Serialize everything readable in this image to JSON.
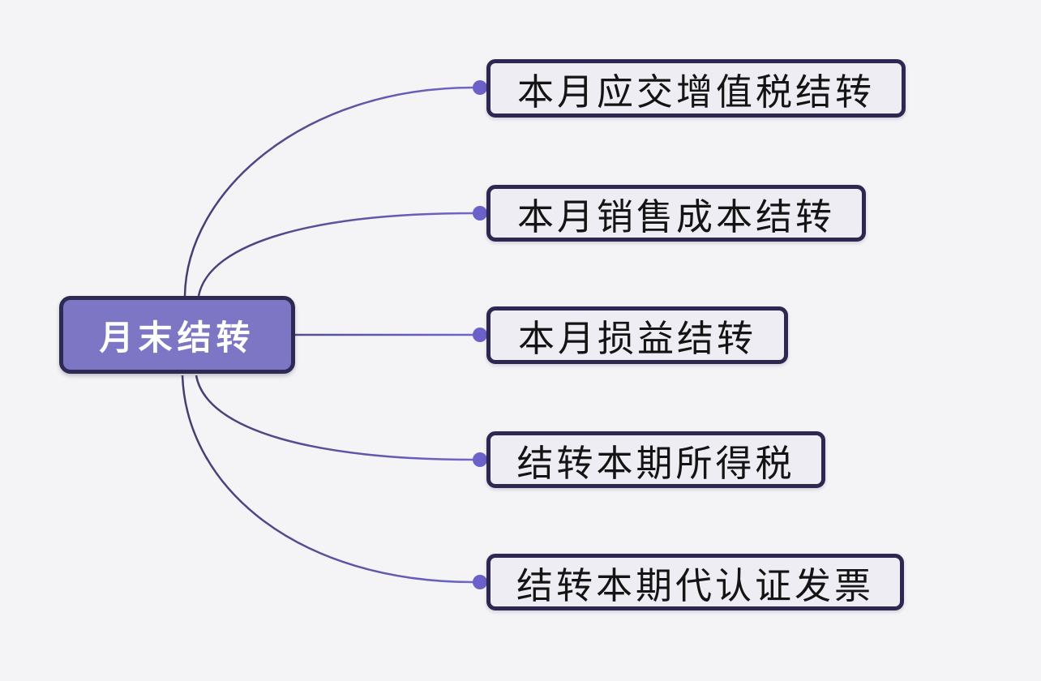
{
  "canvas": {
    "background_color": "#f4f4f6"
  },
  "mindmap": {
    "root": {
      "label": "月末结转",
      "fill_color": "#7d76c5",
      "border_color": "#2e2a52",
      "text_color": "#ffffff"
    },
    "children": [
      {
        "label": "本月应交增值税结转"
      },
      {
        "label": "本月销售成本结转"
      },
      {
        "label": "本月损益结转"
      },
      {
        "label": "结转本期所得税"
      },
      {
        "label": "结转本期代认证发票"
      }
    ],
    "child_style": {
      "fill_color": "#ededf3",
      "border_color": "#2c2851",
      "text_color": "#141414"
    },
    "connector": {
      "line_color_start": "#413d6d",
      "line_color_end": "#7268ce",
      "dot_color": "#6b61c9"
    }
  }
}
